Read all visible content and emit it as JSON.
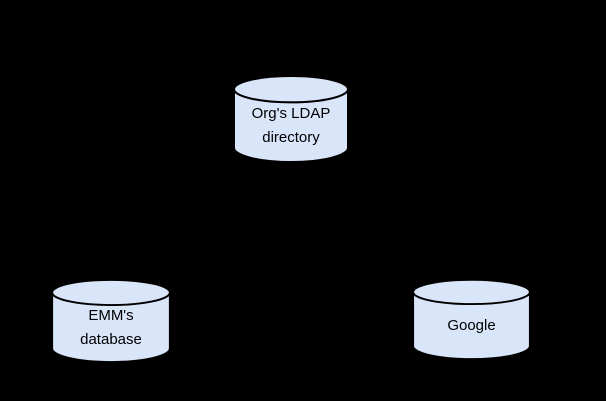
{
  "canvas": {
    "background_color": "#000000"
  },
  "diagram": {
    "type": "architecture-diagram",
    "node_shape": "database-cylinder",
    "node_fill": "#d9e5f8",
    "node_stroke": "#000000",
    "label_color": "#000000",
    "nodes": [
      {
        "id": "org-ldap-directory",
        "lines": [
          "Org's LDAP",
          "directory"
        ]
      },
      {
        "id": "emm-database",
        "lines": [
          "EMM's",
          "database"
        ]
      },
      {
        "id": "google",
        "lines": [
          "Google"
        ]
      }
    ]
  }
}
